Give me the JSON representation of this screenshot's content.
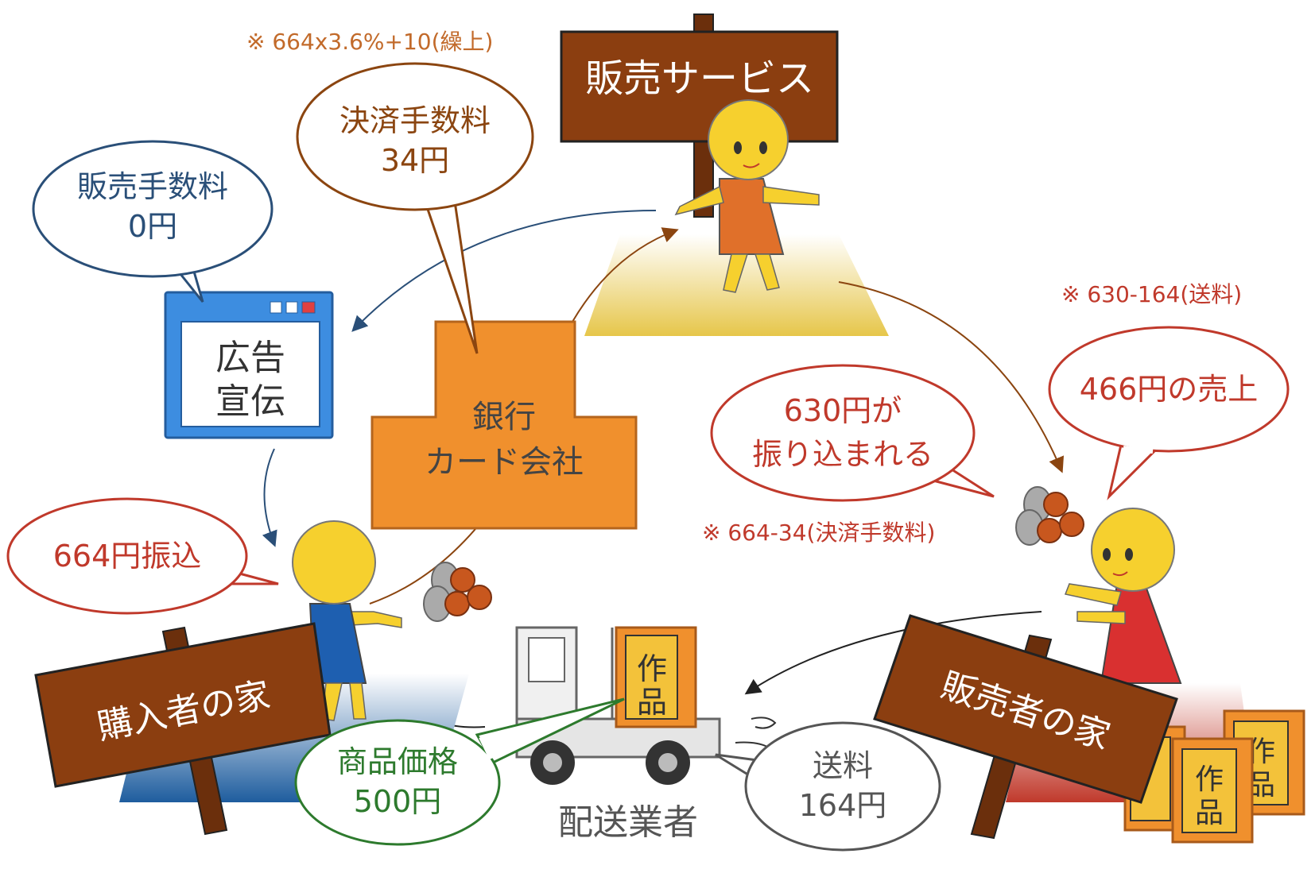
{
  "signs": {
    "service": "販売サービス",
    "buyer_home": "購入者の家",
    "seller_home": "販売者の家"
  },
  "ad_window": {
    "line1": "広告",
    "line2": "宣伝"
  },
  "bank": {
    "line1": "銀行",
    "line2": "カード会社"
  },
  "bubbles": {
    "sales_fee": {
      "line1": "販売手数料",
      "line2": "0円"
    },
    "payment_fee": {
      "line1": "決済手数料",
      "line2": "34円"
    },
    "transfer_in": {
      "line1": "664円振込"
    },
    "paid_out": {
      "line1": "630円が",
      "line2": "振り込まれる"
    },
    "revenue": {
      "line1": "466円の売上"
    },
    "product_price": {
      "line1": "商品価格",
      "line2": "500円"
    },
    "shipping": {
      "line1": "送料",
      "line2": "164円"
    }
  },
  "notes": {
    "fee_formula": "※ 664x3.6%+10(繰上)",
    "revenue_formula": "※ 630-164(送料)",
    "payout_formula": "※ 664-34(決済手数料)"
  },
  "truck_label": "配送業者",
  "box_label_top": "作",
  "box_label_bottom": "品",
  "colors": {
    "wood": "#8b3e10",
    "blue_text": "#2a4f78",
    "brown_text": "#8b4510",
    "red_text": "#c0392b",
    "green_text": "#2d7a2d",
    "gray_text": "#555555",
    "bank_orange": "#f0902d",
    "window_blue": "#3d8de0",
    "figure_yellow": "#f6d02e"
  },
  "icons": [
    "window-icon",
    "truck-icon",
    "coins-icon",
    "book-box-icon",
    "person-icon",
    "signpost-icon"
  ]
}
